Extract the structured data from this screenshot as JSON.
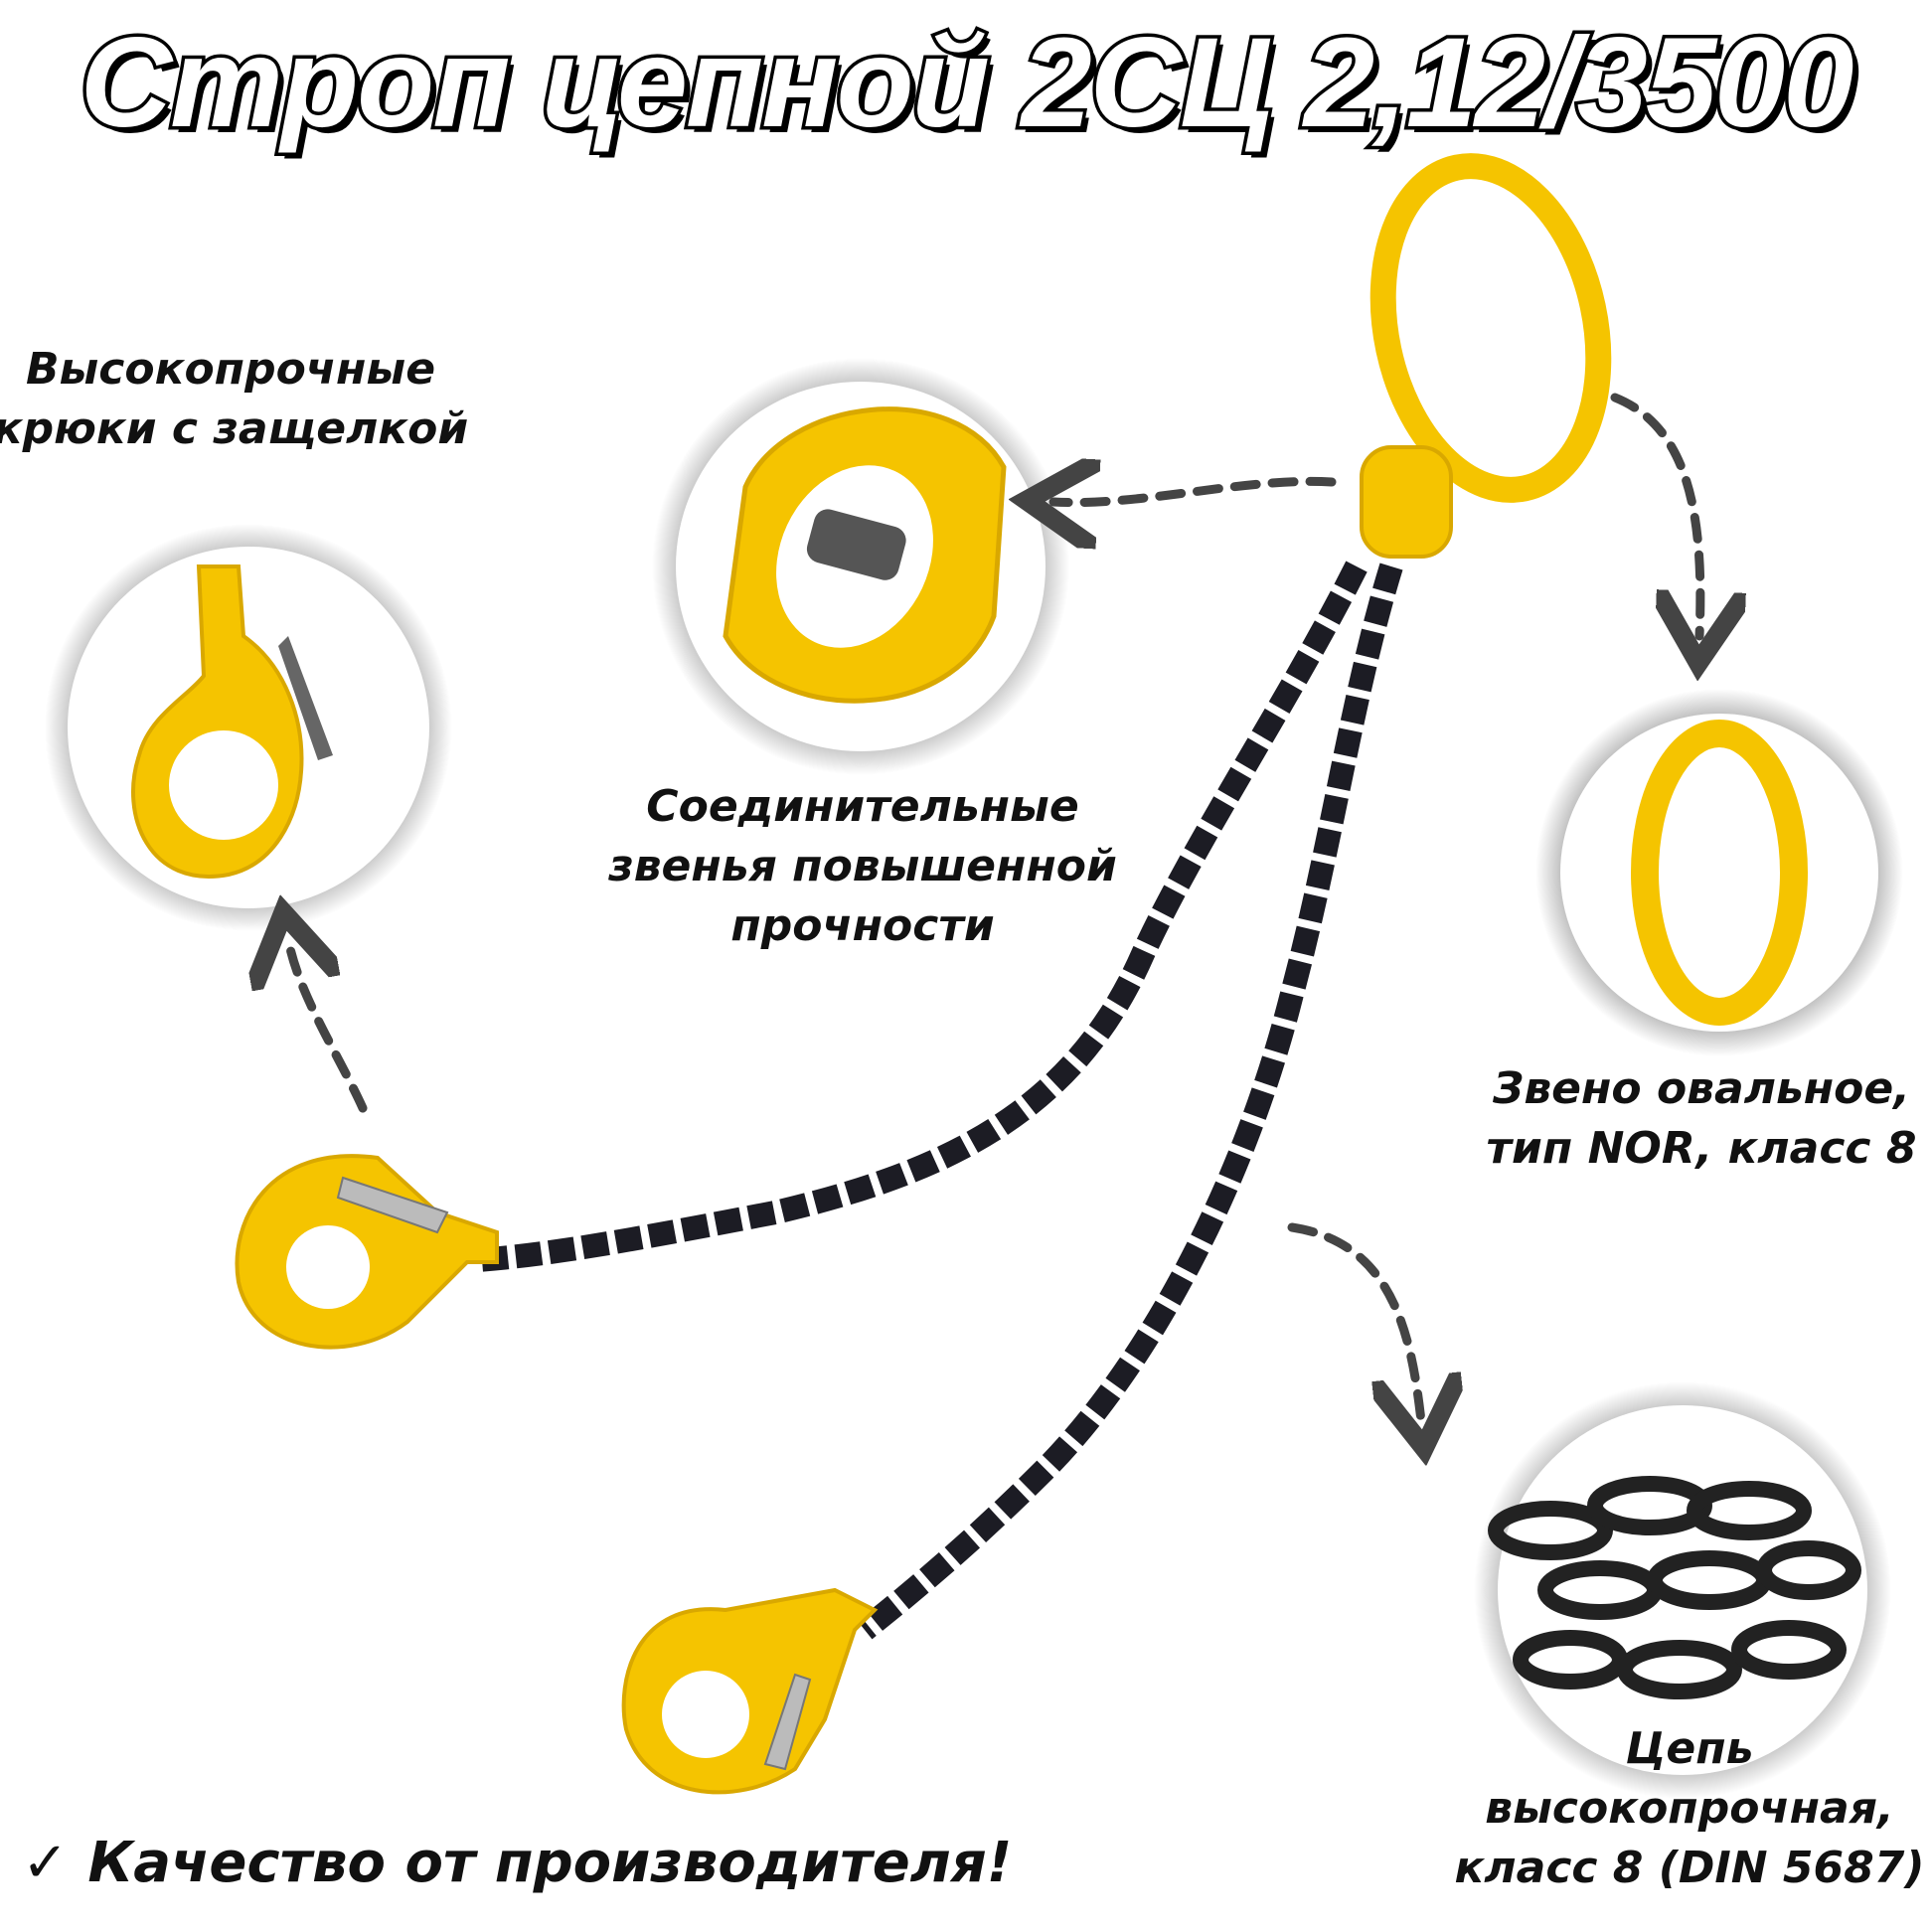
{
  "title": "Строп цепной 2СЦ 2,12/3500",
  "callouts": {
    "hooks": {
      "line1": "Высокопрочные",
      "line2": "крюки с защелкой"
    },
    "connectors": {
      "line1": "Соединительные",
      "line2": "звенья повышенной",
      "line3": "прочности"
    },
    "oval_link": {
      "line1": "Звено овальное,",
      "line2": "тип NOR, класс 8"
    },
    "chain": {
      "line1": "Цепь",
      "line2": "высокопрочная,",
      "line3": "класс 8 (DIN 5687)"
    }
  },
  "quality": {
    "check": "✓",
    "text": "Качество от производителя!"
  },
  "colors": {
    "yellow": "#f5c400",
    "chain": "#1c1c24",
    "arrow": "#444444"
  }
}
